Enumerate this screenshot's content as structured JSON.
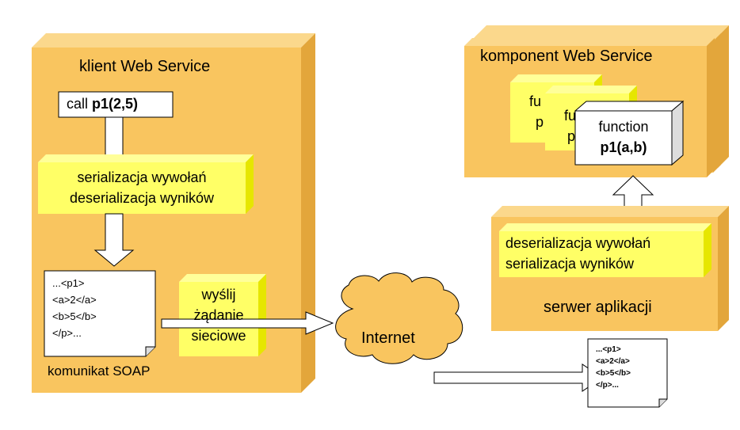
{
  "client": {
    "title": "klient Web Service",
    "call_prefix": "call ",
    "call_bold": "p1(2,5)",
    "serialize_line1": "serializacja wywołań",
    "serialize_line2": "deserializacja wyników",
    "soap_lines": [
      "...<p1>",
      "<a>2</a>",
      "<b>5</b>",
      "</p>..."
    ],
    "soap_caption": "komunikat SOAP",
    "send_line1": "wyślij",
    "send_line2": "żądanie",
    "send_line3": "sieciowe"
  },
  "network": {
    "label": "Internet"
  },
  "component": {
    "title": "komponent Web Service",
    "back_fn1_a": "fu",
    "back_fn1_b": "p",
    "back_fn2_a": "fu",
    "back_fn2_b": "p",
    "function_line1": "function",
    "function_line2": "p1(a,b)"
  },
  "server": {
    "deserialize_line1": "deserializacja wywołań",
    "deserialize_line2": "serializacja wyników",
    "label": "serwer aplikacji",
    "soap_lines": [
      "...<p1>",
      "<a>2</a>",
      "<b>5</b>",
      "</p>..."
    ]
  },
  "colors": {
    "box": "#F9C55F",
    "box_side": "#E3A63B",
    "box_top": "#FBD88C",
    "highlight": "#FFFF66",
    "highlight_side": "#E6E600"
  }
}
